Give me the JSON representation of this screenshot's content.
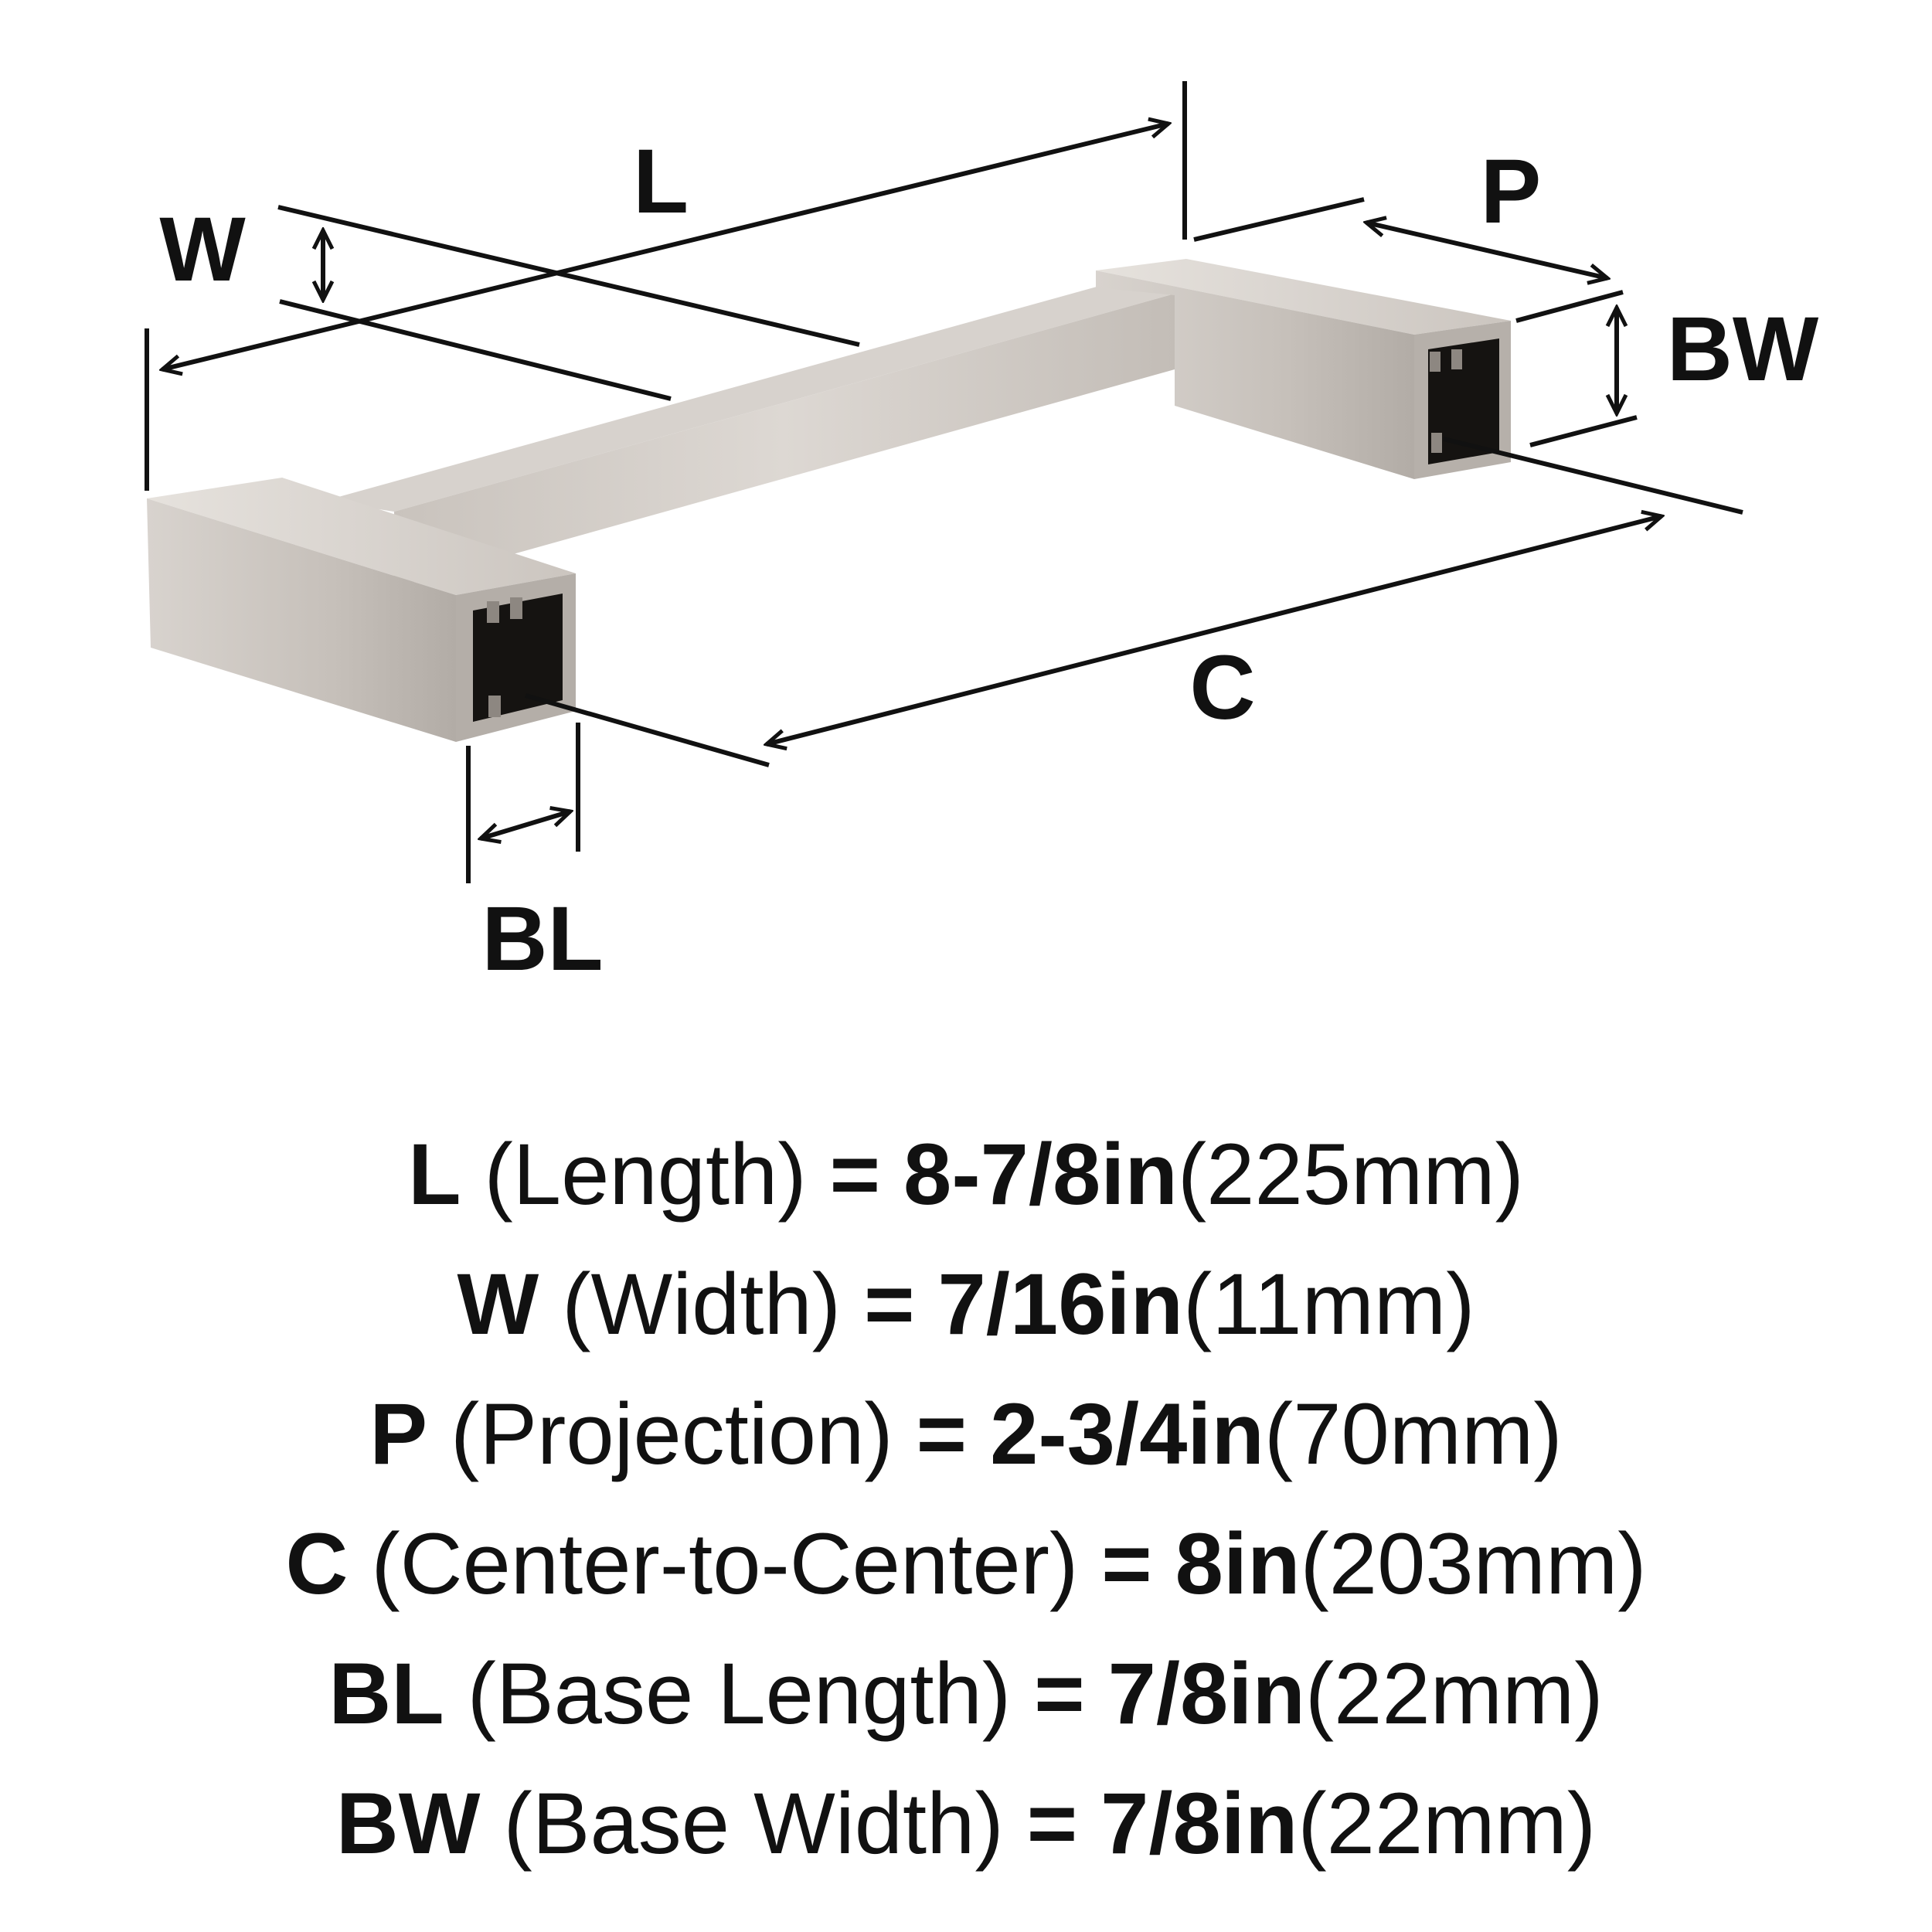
{
  "diagram": {
    "labels": {
      "L": "L",
      "W": "W",
      "P": "P",
      "BW": "BW",
      "C": "C",
      "BL": "BL"
    },
    "colors": {
      "line": "#111111",
      "metal_light": "#e2ddd8",
      "metal_mid": "#cdc7c1",
      "metal_dark": "#a59f99",
      "hole": "#141210"
    }
  },
  "specs": [
    {
      "symbol": "L",
      "name": "(Length)",
      "eq": "=",
      "imperial": "8-7/8in",
      "metric": "(225mm)"
    },
    {
      "symbol": "W",
      "name": "(Width)",
      "eq": "=",
      "imperial": "7/16in",
      "metric": "(11mm)"
    },
    {
      "symbol": "P",
      "name": "(Projection)",
      "eq": "=",
      "imperial": "2-3/4in",
      "metric": "(70mm)"
    },
    {
      "symbol": "C",
      "name": "(Center-to-Center)",
      "eq": "=",
      "imperial": "8in",
      "metric": "(203mm)"
    },
    {
      "symbol": "BL",
      "name": "(Base Length)",
      "eq": "=",
      "imperial": "7/8in",
      "metric": "(22mm)"
    },
    {
      "symbol": "BW",
      "name": "(Base Width)",
      "eq": "=",
      "imperial": "7/8in",
      "metric": "(22mm)"
    }
  ]
}
